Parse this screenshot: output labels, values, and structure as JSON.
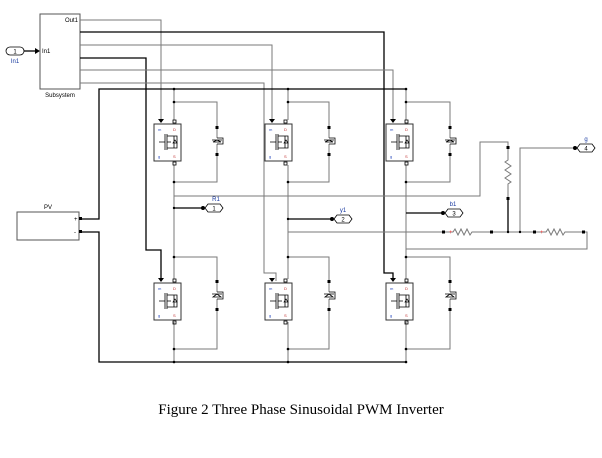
{
  "diagram": {
    "inport": {
      "number": "1",
      "label": "In1"
    },
    "subsystem": {
      "title": "Subsystem",
      "in_label": "In1",
      "out_label": "Out1"
    },
    "pv": {
      "title": "PV",
      "plus": "+",
      "minus": "-"
    },
    "outports": [
      {
        "number": "1",
        "label": "R1"
      },
      {
        "number": "2",
        "label": "y1"
      },
      {
        "number": "3",
        "label": "b1"
      },
      {
        "number": "4",
        "label": "g"
      }
    ],
    "colors": {
      "wire": "#7a7a7a",
      "signal": "#000000",
      "port_label": "#1a3aa0",
      "resistor_plus": "#e03030"
    }
  },
  "caption": "Figure 2 Three Phase Sinusoidal PWM Inverter"
}
